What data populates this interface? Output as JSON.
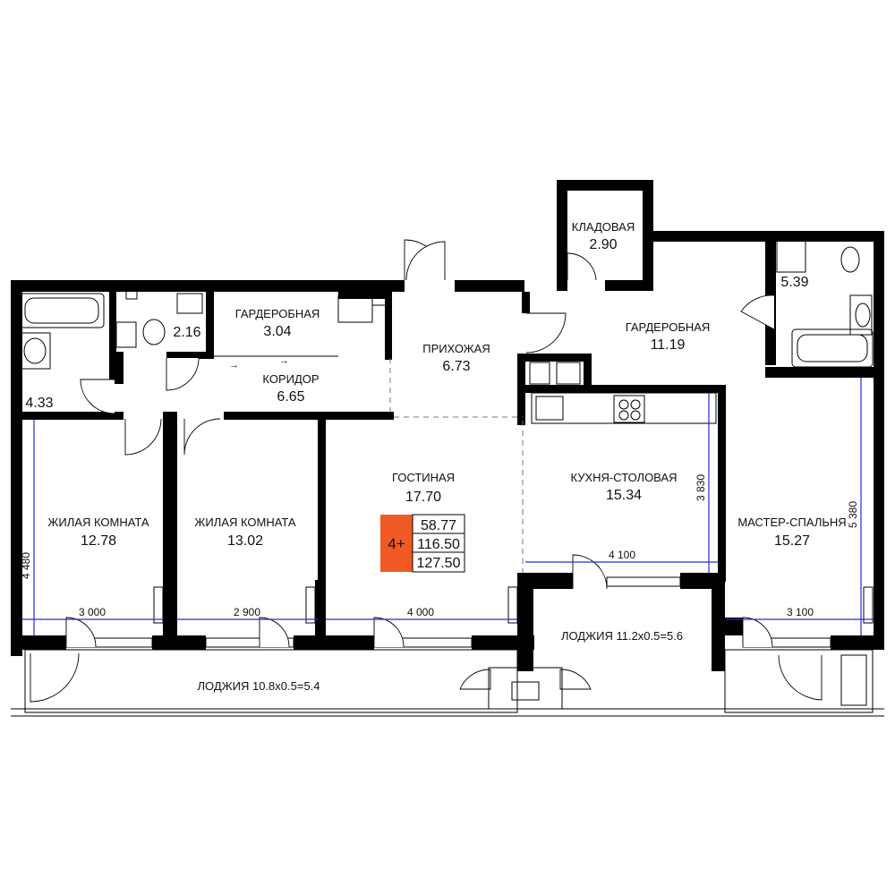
{
  "rooms": {
    "bathroom_left": {
      "area": "4.33"
    },
    "wc_small": {
      "area": "2.16"
    },
    "wardrobe_small": {
      "label": "ГАРДЕРОБНАЯ",
      "area": "3.04"
    },
    "corridor": {
      "label": "КОРИДОР",
      "area": "6.65"
    },
    "hallway": {
      "label": "ПРИХОЖАЯ",
      "area": "6.73"
    },
    "pantry": {
      "label": "КЛАДОВАЯ",
      "area": "2.90"
    },
    "wardrobe_large": {
      "label": "ГАРДЕРОБНАЯ",
      "area": "11.19"
    },
    "bathroom_master": {
      "area": "5.39"
    },
    "living": {
      "label": "ГОСТИНАЯ",
      "area": "17.70"
    },
    "kitchen": {
      "label": "КУХНЯ-СТОЛОВАЯ",
      "area": "15.34"
    },
    "room1": {
      "label": "ЖИЛАЯ КОМНАТА",
      "area": "12.78"
    },
    "room2": {
      "label": "ЖИЛАЯ КОМНАТА",
      "area": "13.02"
    },
    "master": {
      "label": "МАСТЕР-СПАЛЬНЯ",
      "area": "15.27"
    },
    "loggia_left": {
      "label": "ЛОДЖИЯ 10.8x0.5=5.4"
    },
    "loggia_right": {
      "label": "ЛОДЖИЯ 11.2x0.5=5.6"
    }
  },
  "summary": {
    "type": "4+",
    "living_area": "58.77",
    "total_area": "116.50",
    "total_with_loggia": "127.50",
    "accent_color": "#f15a24"
  },
  "dimensions": {
    "room1_width": "3 000",
    "room2_width": "2 900",
    "living_width": "4 000",
    "kitchen_width": "4 100",
    "master_width": "3 100",
    "room1_depth": "4 480",
    "kitchen_depth": "3 830",
    "master_depth": "5 380",
    "line_color": "#2a2ad8"
  }
}
